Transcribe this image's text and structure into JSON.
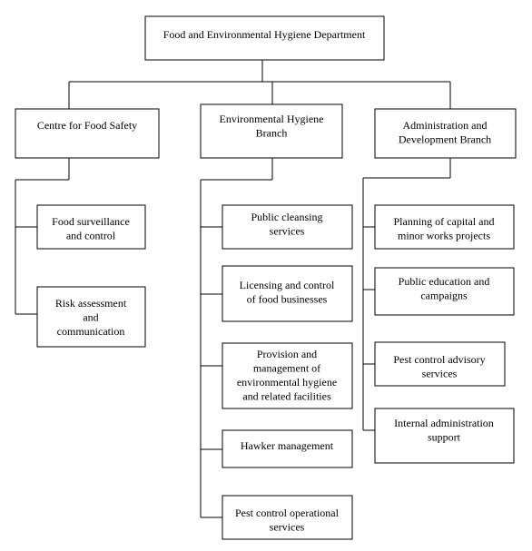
{
  "root": {
    "lines": [
      "Food and Environmental Hygiene Department"
    ]
  },
  "branches": [
    {
      "lines": [
        "Centre for Food Safety"
      ],
      "children": [
        {
          "lines": [
            "Food surveillance",
            "and control"
          ]
        },
        {
          "lines": [
            "Risk assessment",
            "and",
            "communication"
          ]
        }
      ]
    },
    {
      "lines": [
        "Environmental Hygiene",
        "Branch"
      ],
      "children": [
        {
          "lines": [
            "Public cleansing",
            "services"
          ]
        },
        {
          "lines": [
            "Licensing and control",
            "of food businesses"
          ]
        },
        {
          "lines": [
            "Provision and",
            "management of",
            "environmental hygiene",
            "and related facilities"
          ]
        },
        {
          "lines": [
            "Hawker management"
          ]
        },
        {
          "lines": [
            "Pest control operational",
            "services"
          ]
        }
      ]
    },
    {
      "lines": [
        "Administration and",
        "Development Branch"
      ],
      "children": [
        {
          "lines": [
            "Planning of capital and",
            "minor works projects"
          ]
        },
        {
          "lines": [
            "Public education and",
            "campaigns"
          ]
        },
        {
          "lines": [
            "Pest control advisory",
            "services"
          ]
        },
        {
          "lines": [
            "Internal administration",
            "support"
          ]
        }
      ]
    }
  ]
}
